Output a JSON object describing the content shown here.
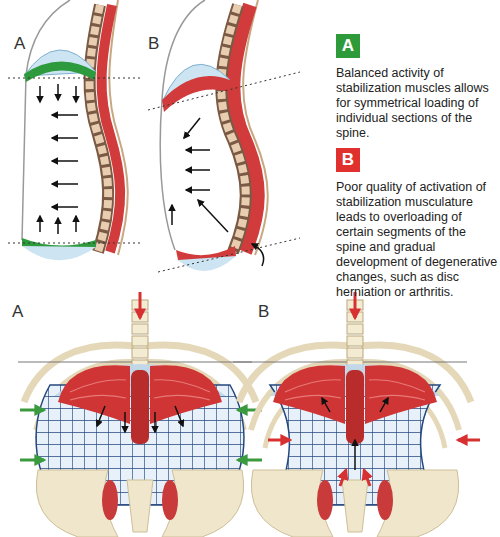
{
  "diagram": {
    "nodes": [
      {
        "text": [
          "A",
          "Balanced activity of stabilization muscles allows for symmetrical loading of individual sections of the spine."
        ]
      },
      {
        "text": [
          "B",
          "Poor quality of activation of stabilization musculature leads to overloading of certain segments of the spine and gradual development of degenerative changes, such as disc herniation or arthritis."
        ]
      }
    ],
    "labels": [
      "A",
      "B",
      "A",
      "B"
    ]
  }
}
